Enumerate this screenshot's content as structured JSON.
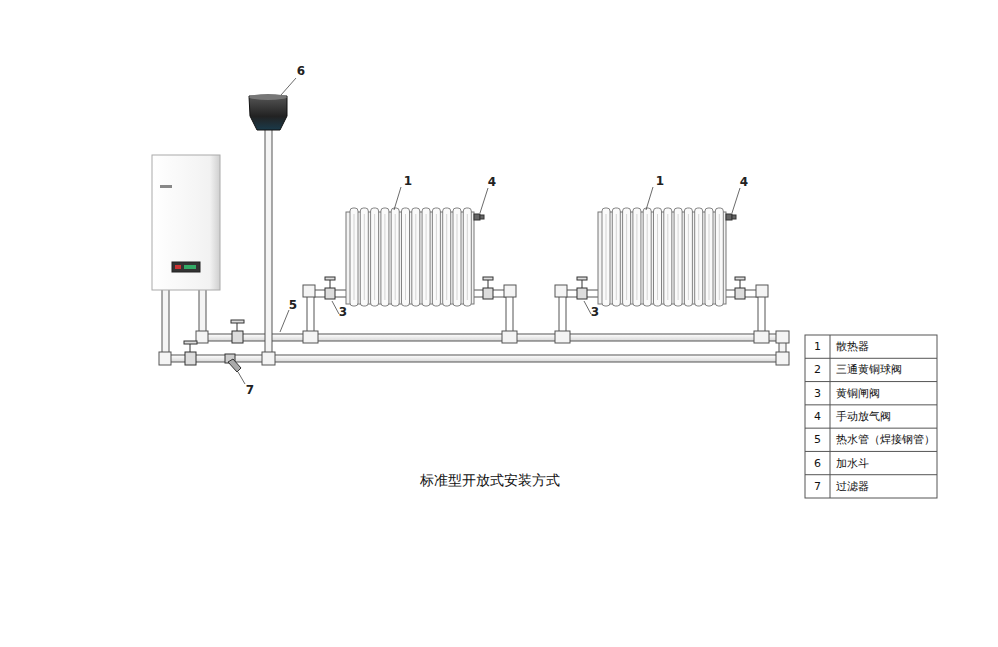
{
  "diagram": {
    "caption": "标准型开放式安装方式",
    "labels": [
      "6",
      "1",
      "4",
      "1",
      "4",
      "5",
      "3",
      "3",
      "7",
      "1",
      "散热器",
      "2",
      "三通黄铜球阀",
      "3",
      "黄铜闸阀",
      "4",
      "手动放气阀",
      "5",
      "热水管（焊接钢管）",
      "6",
      "加水斗",
      "7",
      "过滤器"
    ]
  }
}
